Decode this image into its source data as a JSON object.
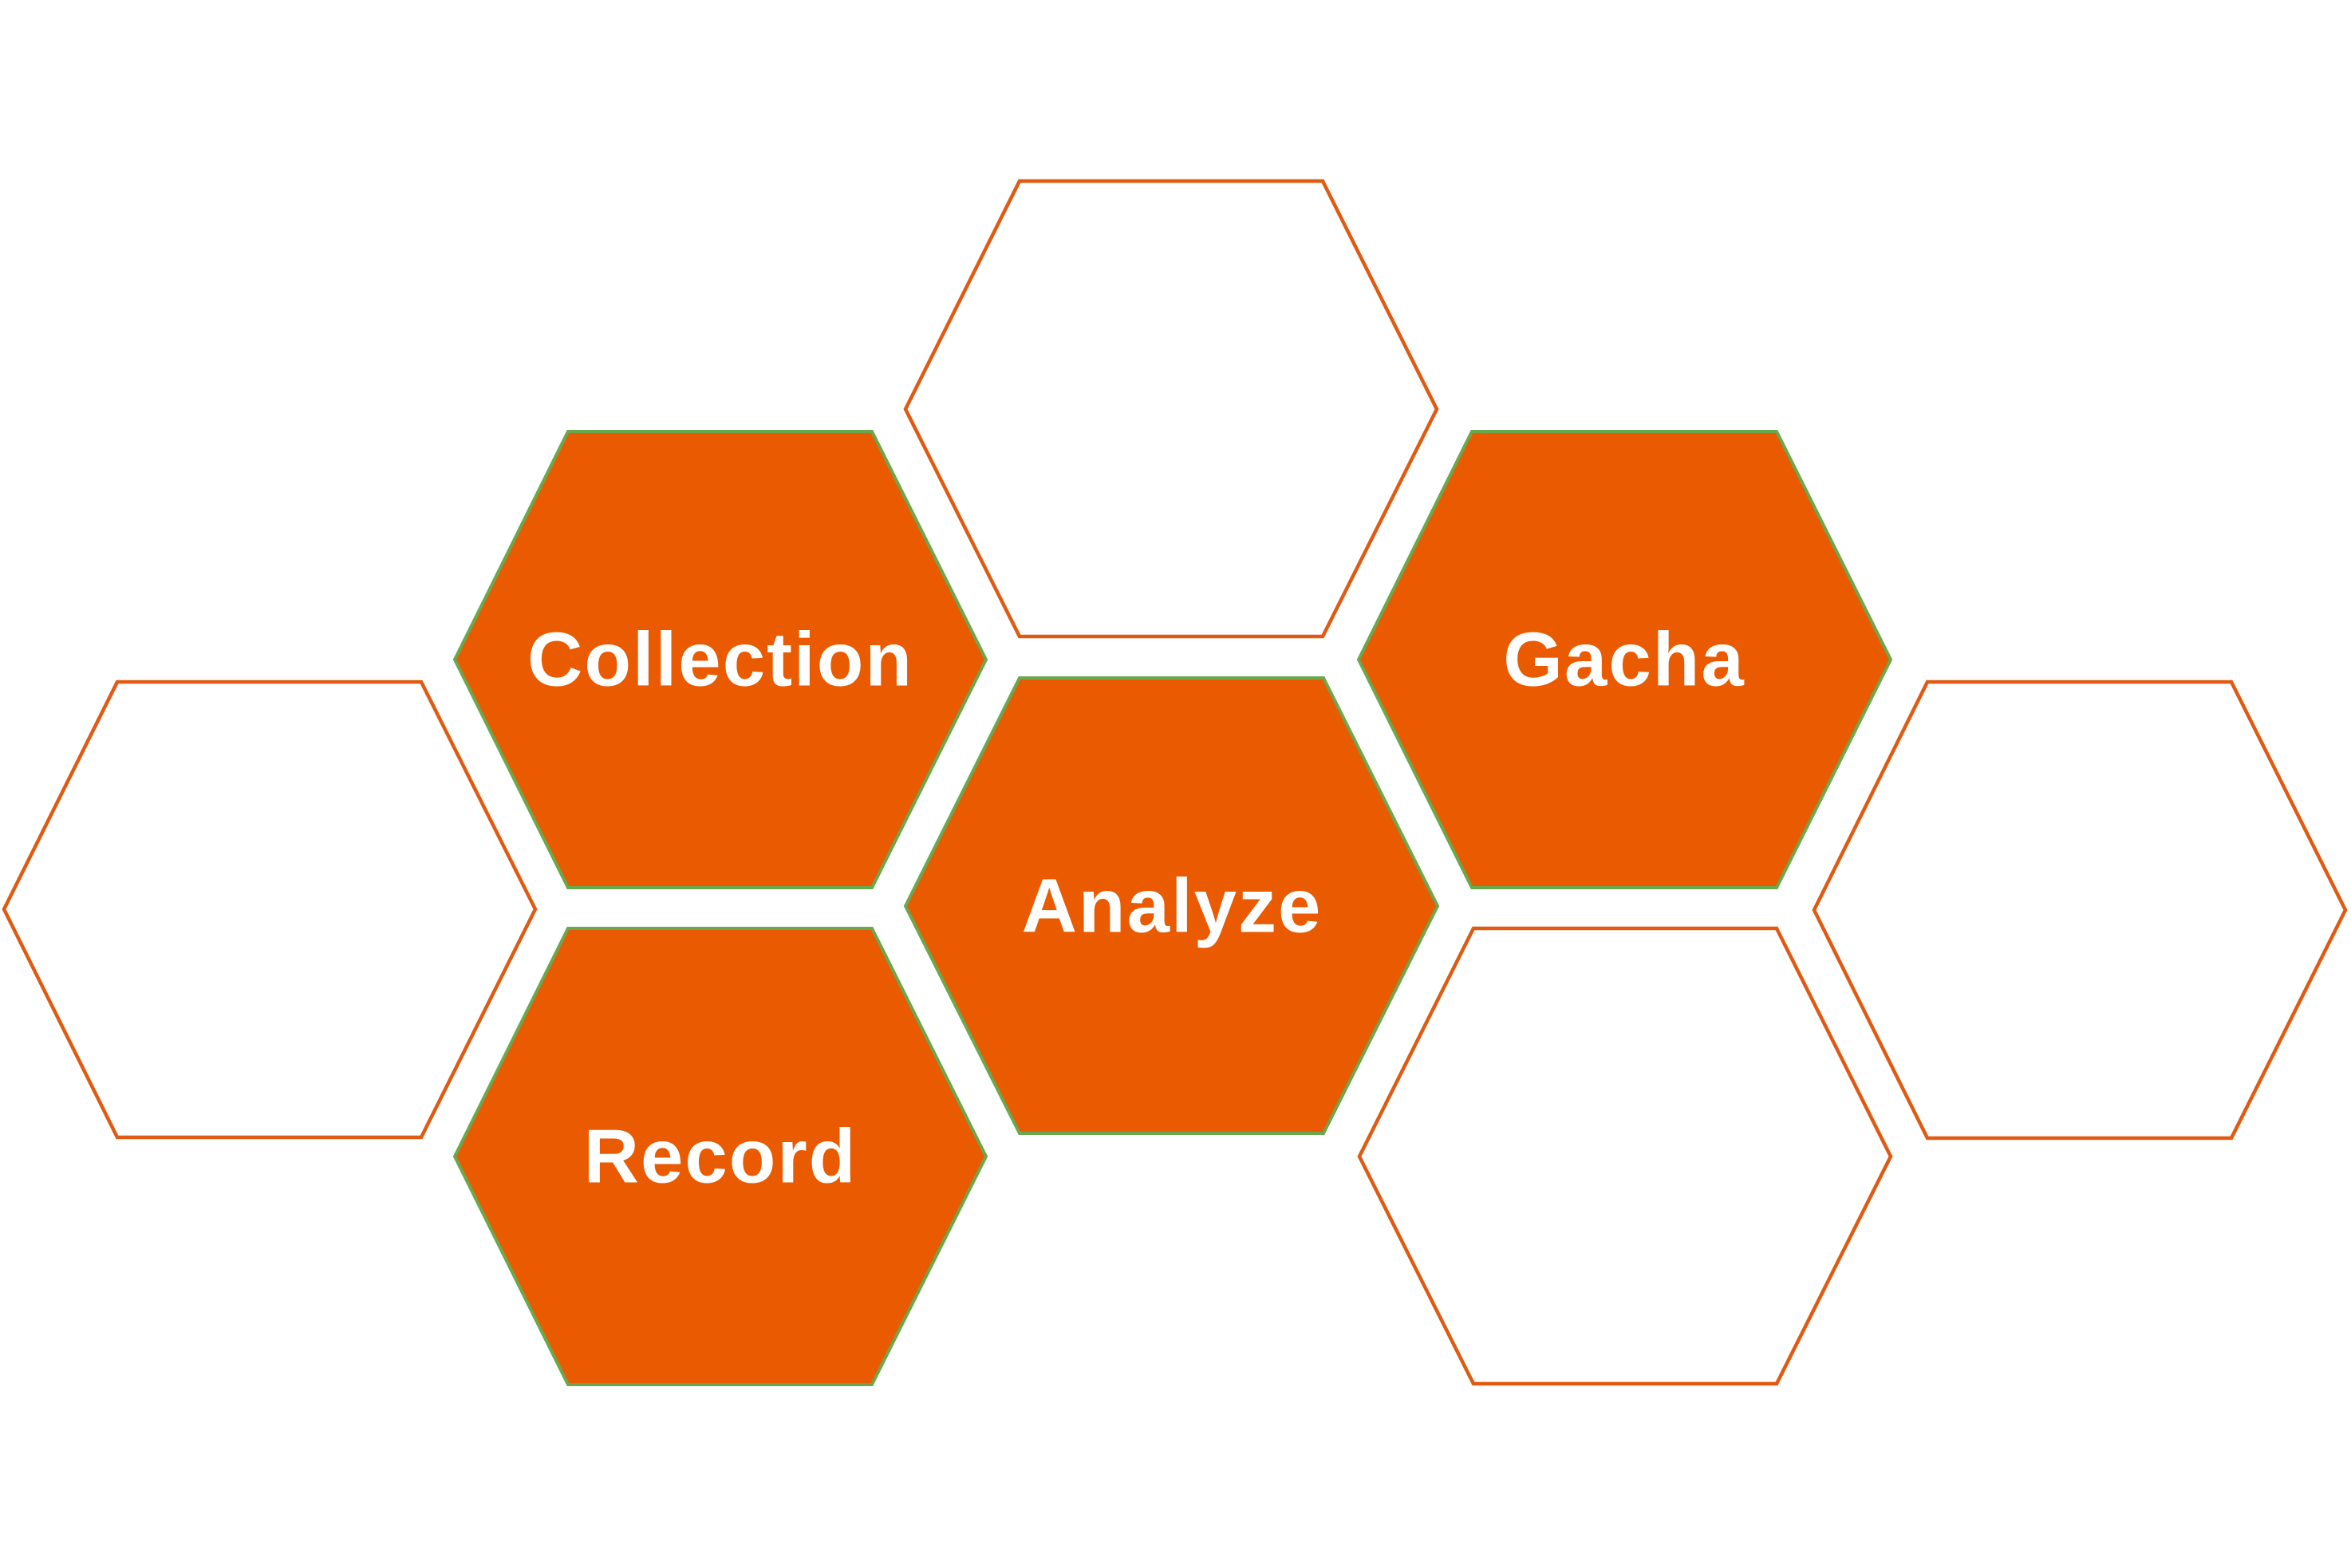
{
  "colors": {
    "background": "#ffffff",
    "filled_hex": "#ea5a00",
    "filled_hex_border": "#6aa84f",
    "outline_hex_stroke": "#e05a12",
    "label_text": "#ffffff"
  },
  "hexagons": [
    {
      "id": "top-center",
      "filled": false,
      "label": ""
    },
    {
      "id": "collection",
      "filled": true,
      "label": "Collection"
    },
    {
      "id": "gacha",
      "filled": true,
      "label": "Gacha"
    },
    {
      "id": "far-left",
      "filled": false,
      "label": ""
    },
    {
      "id": "analyze",
      "filled": true,
      "label": "Analyze"
    },
    {
      "id": "far-right",
      "filled": false,
      "label": ""
    },
    {
      "id": "record",
      "filled": true,
      "label": "Record"
    },
    {
      "id": "bottom-right",
      "filled": false,
      "label": ""
    }
  ]
}
